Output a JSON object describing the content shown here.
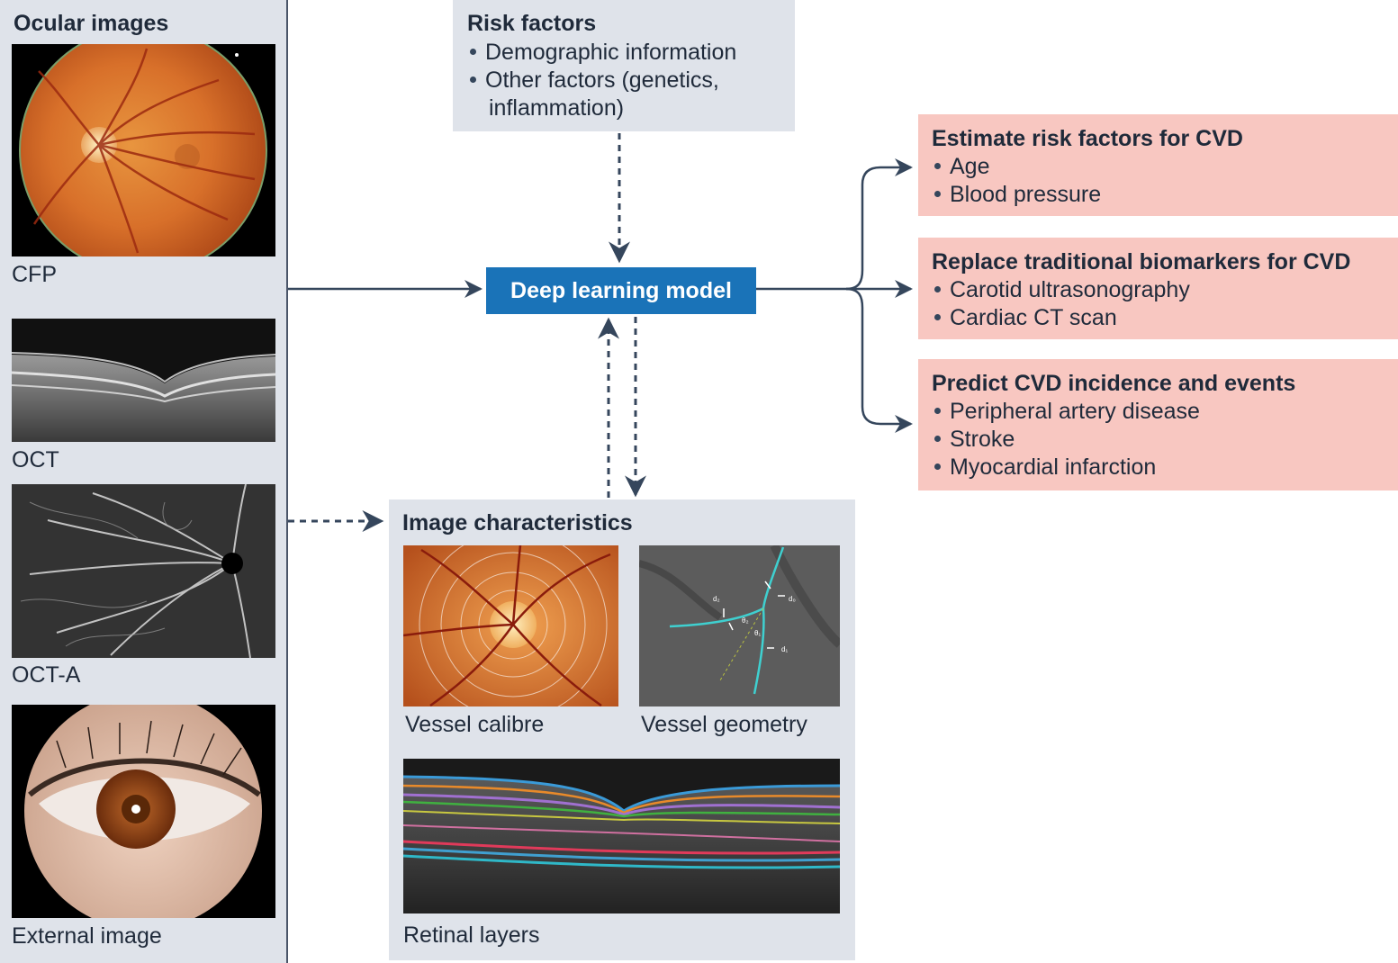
{
  "ocular": {
    "title": "Ocular images",
    "labels": {
      "cfp": "CFP",
      "oct": "OCT",
      "octa": "OCT-A",
      "external": "External image"
    }
  },
  "risk": {
    "title": "Risk factors",
    "items": [
      "Demographic information",
      "Other factors (genetics,",
      "inflammation)"
    ]
  },
  "model": {
    "label": "Deep learning model"
  },
  "characteristics": {
    "title": "Image characteristics",
    "labels": {
      "calibre": "Vessel calibre",
      "geometry": "Vessel geometry",
      "layers": "Retinal layers"
    }
  },
  "outputs": [
    {
      "title": "Estimate risk factors for CVD",
      "items": [
        "Age",
        "Blood pressure"
      ]
    },
    {
      "title": "Replace traditional biomarkers for CVD",
      "items": [
        "Carotid ultrasonography",
        "Cardiac CT scan"
      ]
    },
    {
      "title": "Predict CVD incidence and events",
      "items": [
        "Peripheral artery disease",
        "Stroke",
        "Myocardial infarction"
      ]
    }
  ],
  "colors": {
    "panel": "#dfe3ea",
    "model": "#1a73b8",
    "output": "#f8c7c1",
    "arrow": "#35465c"
  }
}
